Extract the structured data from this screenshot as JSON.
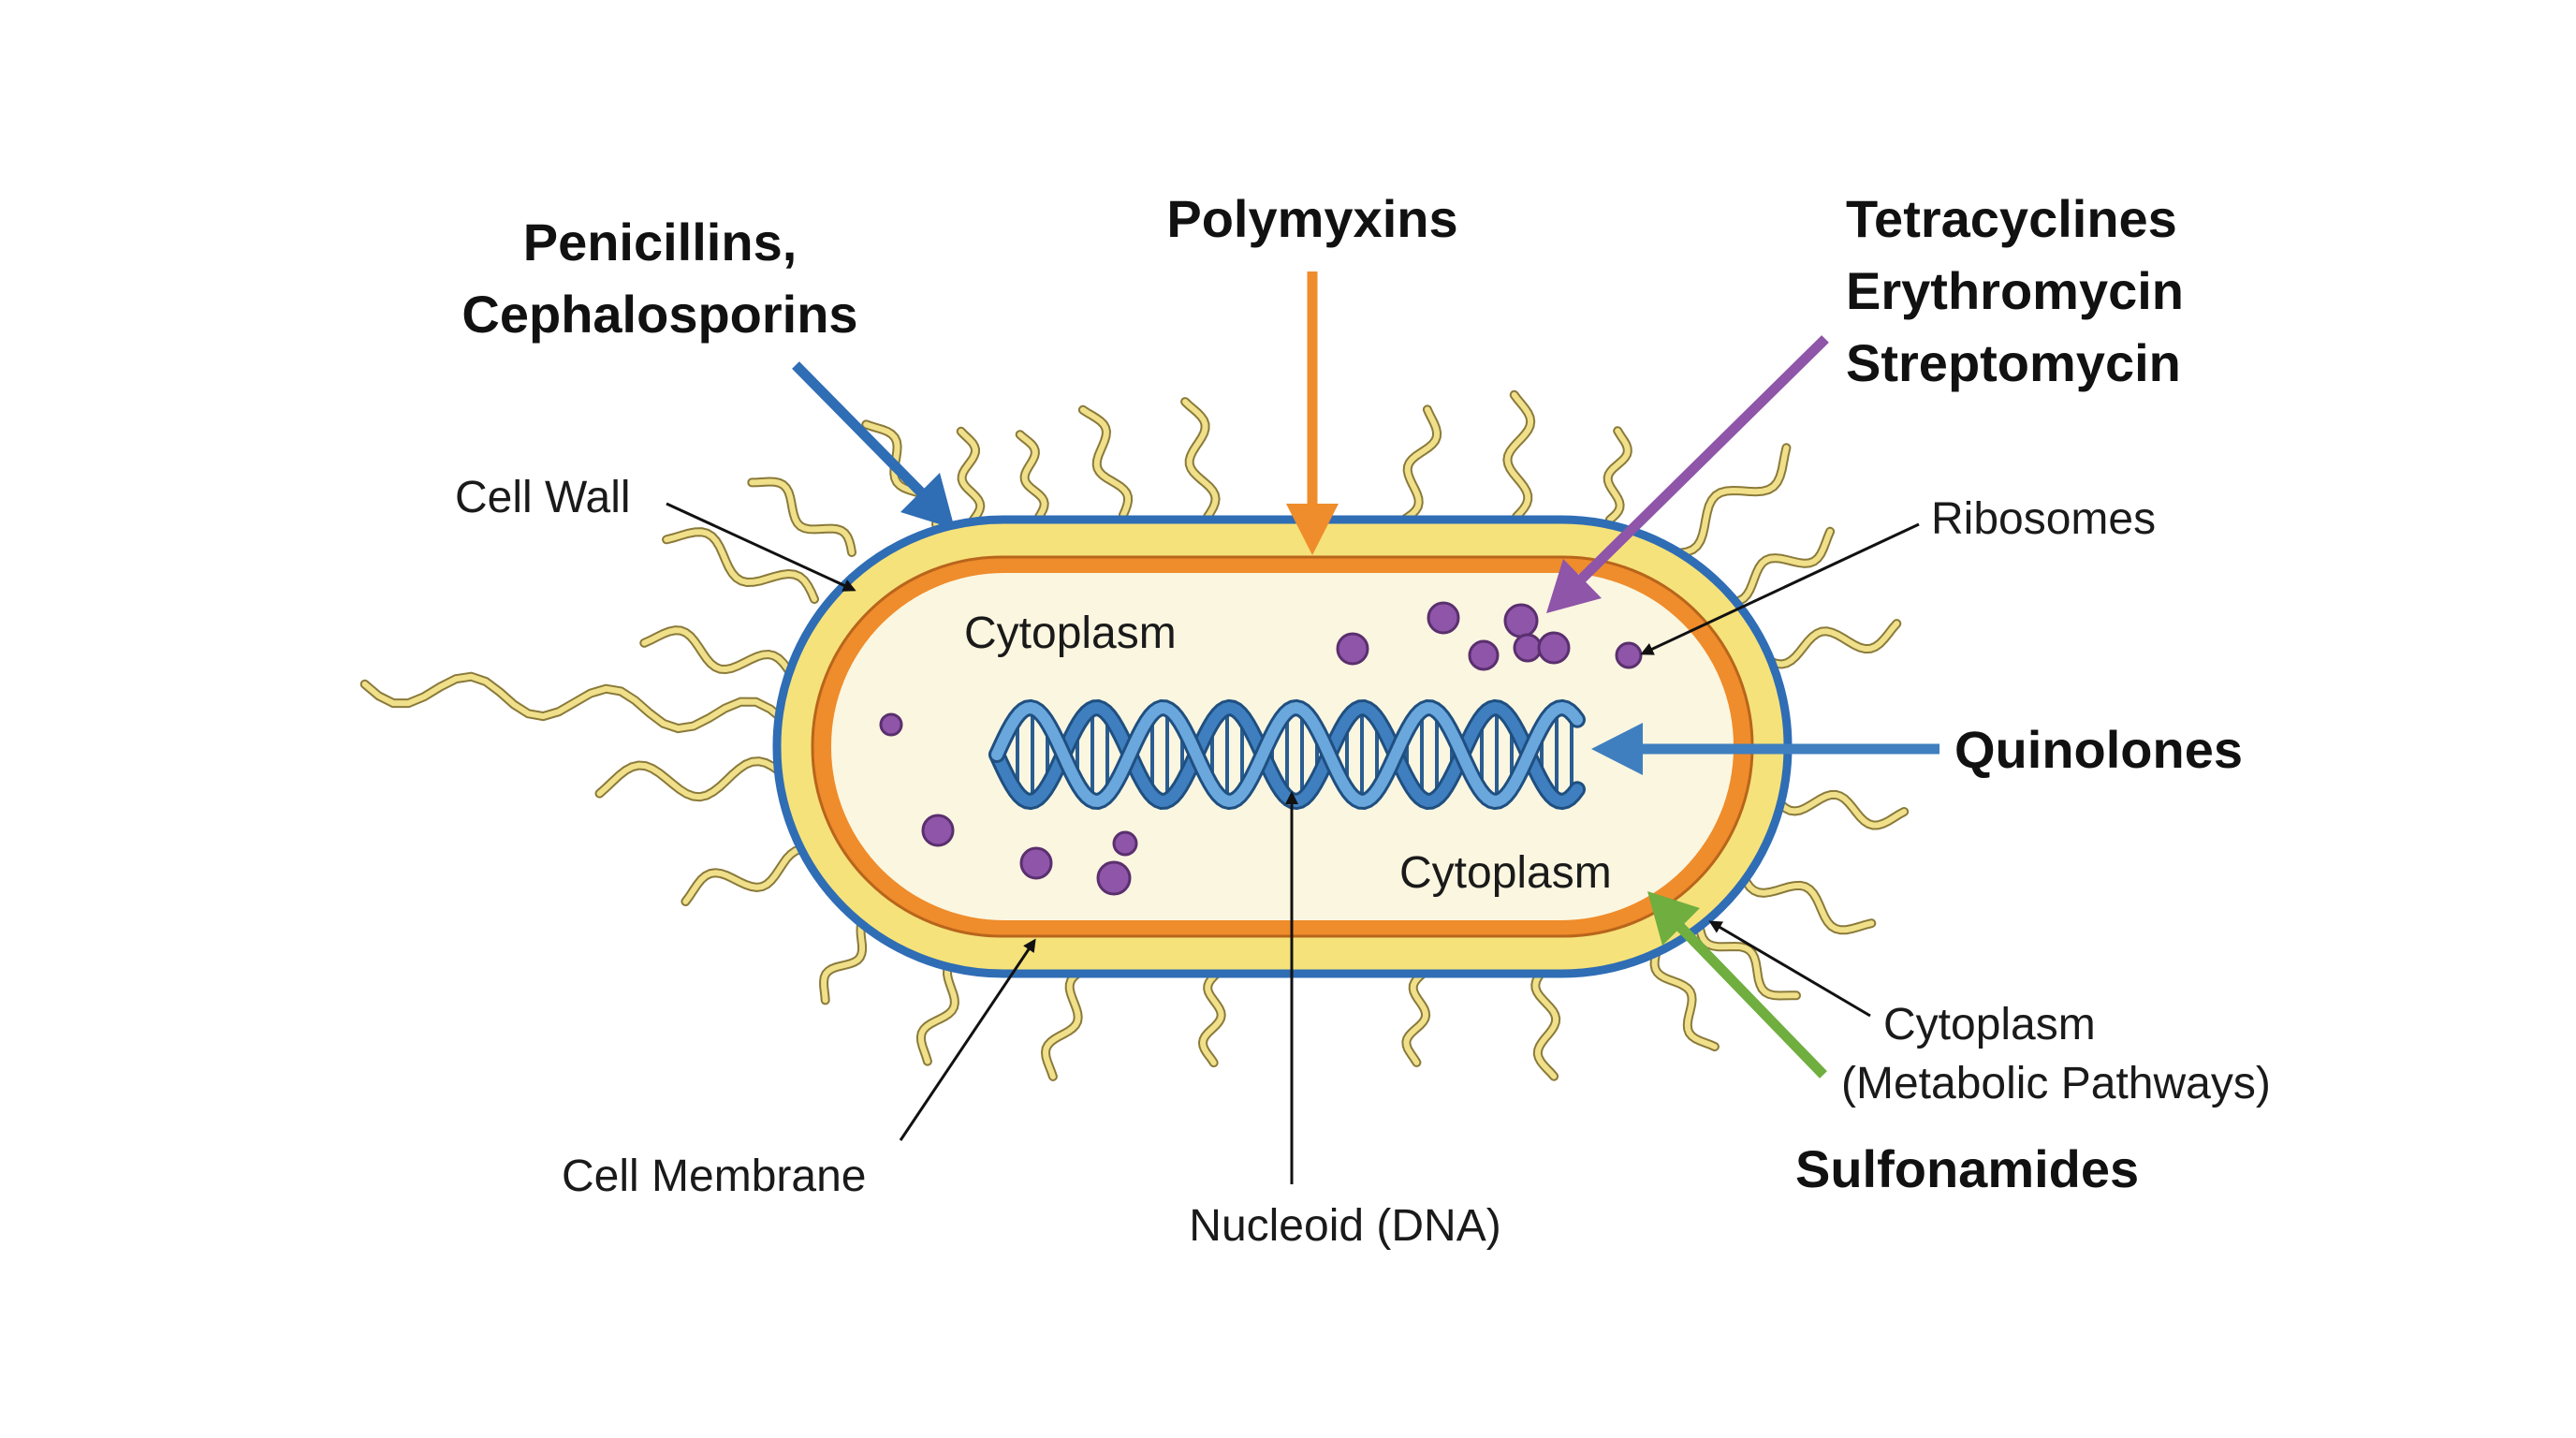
{
  "diagram": {
    "drugs": {
      "penicillins_line1": "Penicillins,",
      "penicillins_line2": "Cephalosporins",
      "polymyxins": "Polymyxins",
      "tetracyclines": "Tetracyclines",
      "erythromycin": "Erythromycin",
      "streptomycin": "Streptomycin",
      "quinolones": "Quinolones",
      "sulfonamides": "Sulfonamides"
    },
    "parts": {
      "cell_wall": "Cell Wall",
      "ribosomes": "Ribosomes",
      "cytoplasm_upper": "Cytoplasm",
      "cytoplasm_lower": "Cytoplasm",
      "cytoplasm_pathways_line1": "Cytoplasm",
      "cytoplasm_pathways_line2": "(Metabolic Pathways)",
      "cell_membrane": "Cell Membrane",
      "nucleoid": "Nucleoid (DNA)"
    },
    "colors": {
      "cell_wall_outline": "#2f6db5",
      "cell_wall_fill": "#f6e27a",
      "cell_membrane": "#ef8c2b",
      "cytoplasm_fill": "#fbf6e0",
      "flagella": "#f1e08a",
      "dna": "#3f7fbf",
      "ribosome": "#8e55a8",
      "arrow_penicillins": "#2f6db5",
      "arrow_polymyxins": "#ef8c2b",
      "arrow_tetracyclines": "#8e55a8",
      "arrow_quinolones": "#3f7fbf",
      "arrow_sulfonamides": "#6fae3f",
      "pointer": "#111111"
    }
  }
}
